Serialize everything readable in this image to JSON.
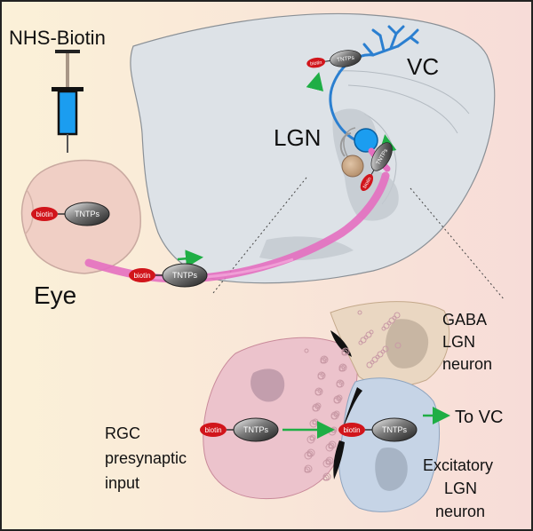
{
  "labels": {
    "nhs_biotin": "NHS-Biotin",
    "eye": "Eye",
    "lgn": "LGN",
    "vc": "VC",
    "gaba": [
      "GABA",
      "LGN",
      "neuron"
    ],
    "to_vc": "To VC",
    "rgc": [
      "RGC",
      "presynaptic",
      "input"
    ],
    "excitatory": [
      "Excitatory",
      "LGN",
      "neuron"
    ]
  },
  "tags": {
    "biotin": "biotin",
    "tntps": "TNTPs"
  },
  "colors": {
    "background_left": "#fbf1d8",
    "background_right": "#f7dcd8",
    "brain": "#dde2e7",
    "optic_tract": "#e46fc0",
    "visual_cortex_axon": "#2b7fd0",
    "lgn_blue": "#1b9df0",
    "gaba_tan": "#c9a98a",
    "arrow_green": "#1fae45",
    "biotin_red": "#d1151b",
    "tntps_dark": "#3c3c3c"
  },
  "icons": [
    "syringe-icon",
    "green-arrow-icon"
  ]
}
